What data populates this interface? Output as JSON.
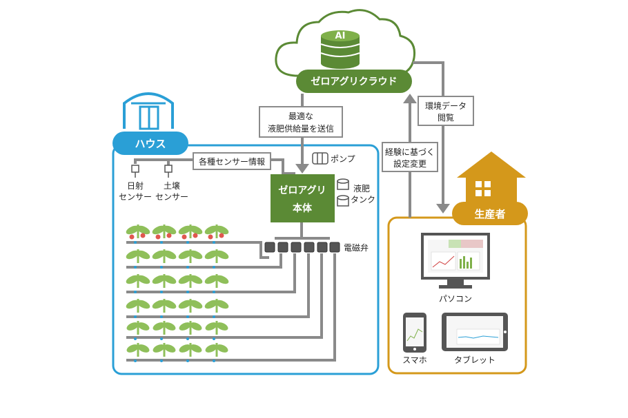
{
  "cloud": {
    "ai_label": "AI",
    "title": "ゼロアグリクラウド"
  },
  "house": {
    "title": "ハウス"
  },
  "producer": {
    "title": "生産者"
  },
  "unit": {
    "line1": "ゼロアグリ",
    "line2": "本体"
  },
  "flows": {
    "optimal_line1": "最適な",
    "optimal_line2": "液肥供給量を送信",
    "sensor_info": "各種センサー情報",
    "env_line1": "環境データ",
    "env_line2": "閲覧",
    "setting_line1": "経験に基づく",
    "setting_line2": "設定変更"
  },
  "components": {
    "pump": "ポンプ",
    "tank_line1": "液肥",
    "tank_line2": "タンク",
    "valve": "電磁弁",
    "solar_line1": "日射",
    "solar_line2": "センサー",
    "soil_line1": "土壌",
    "soil_line2": "センサー"
  },
  "devices": {
    "pc": "パソコン",
    "phone": "スマホ",
    "tablet": "タブレット"
  },
  "colors": {
    "green": "#5b8a35",
    "blue": "#2a9fd6",
    "orange": "#d4981b",
    "gray": "#8a8a8a"
  }
}
